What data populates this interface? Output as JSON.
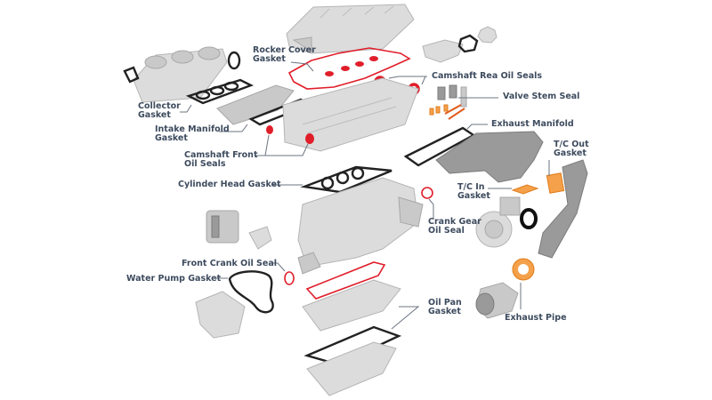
{
  "diagram": {
    "title": "Engine gasket and seal locations (exploded view)",
    "colors": {
      "label_text": "#3d4b5e",
      "leader_line": "#6b7480",
      "seal_red": "#e01e2a",
      "gasket_black": "#222222",
      "gasket_orange": "#f5a04a",
      "metal_light": "#dcdcdc",
      "metal_dark": "#9a9a9a",
      "background": "#ffffff"
    },
    "labels": {
      "rocker_cover_gasket": [
        "Rocker Cover",
        "Gasket"
      ],
      "camshaft_rear_oil_seals": [
        "Camshaft Rea Oil Seals"
      ],
      "valve_stem_seal": [
        "Valve Stem Seal"
      ],
      "exhaust_manifold": [
        "Exhaust Manifold"
      ],
      "collector_gasket": [
        "Collector",
        "Gasket"
      ],
      "intake_manifold_gasket": [
        "Intake Manifold",
        "Gasket"
      ],
      "camshaft_front_oil_seals": [
        "Camshaft Front",
        "Oil Seals"
      ],
      "cylinder_head_gasket": [
        "Cylinder Head Gasket"
      ],
      "tc_out_gasket": [
        "T/C Out",
        "Gasket"
      ],
      "tc_in_gasket": [
        "T/C In",
        "Gasket"
      ],
      "crank_gear_oil_seal": [
        "Crank Gear",
        "Oil Seal"
      ],
      "front_crank_oil_seal": [
        "Front Crank Oil Seal"
      ],
      "water_pump_gasket": [
        "Water Pump Gasket"
      ],
      "oil_pan_gasket": [
        "Oil Pan",
        "Gasket"
      ],
      "exhaust_pipe": [
        "Exhaust Pipe"
      ]
    }
  }
}
